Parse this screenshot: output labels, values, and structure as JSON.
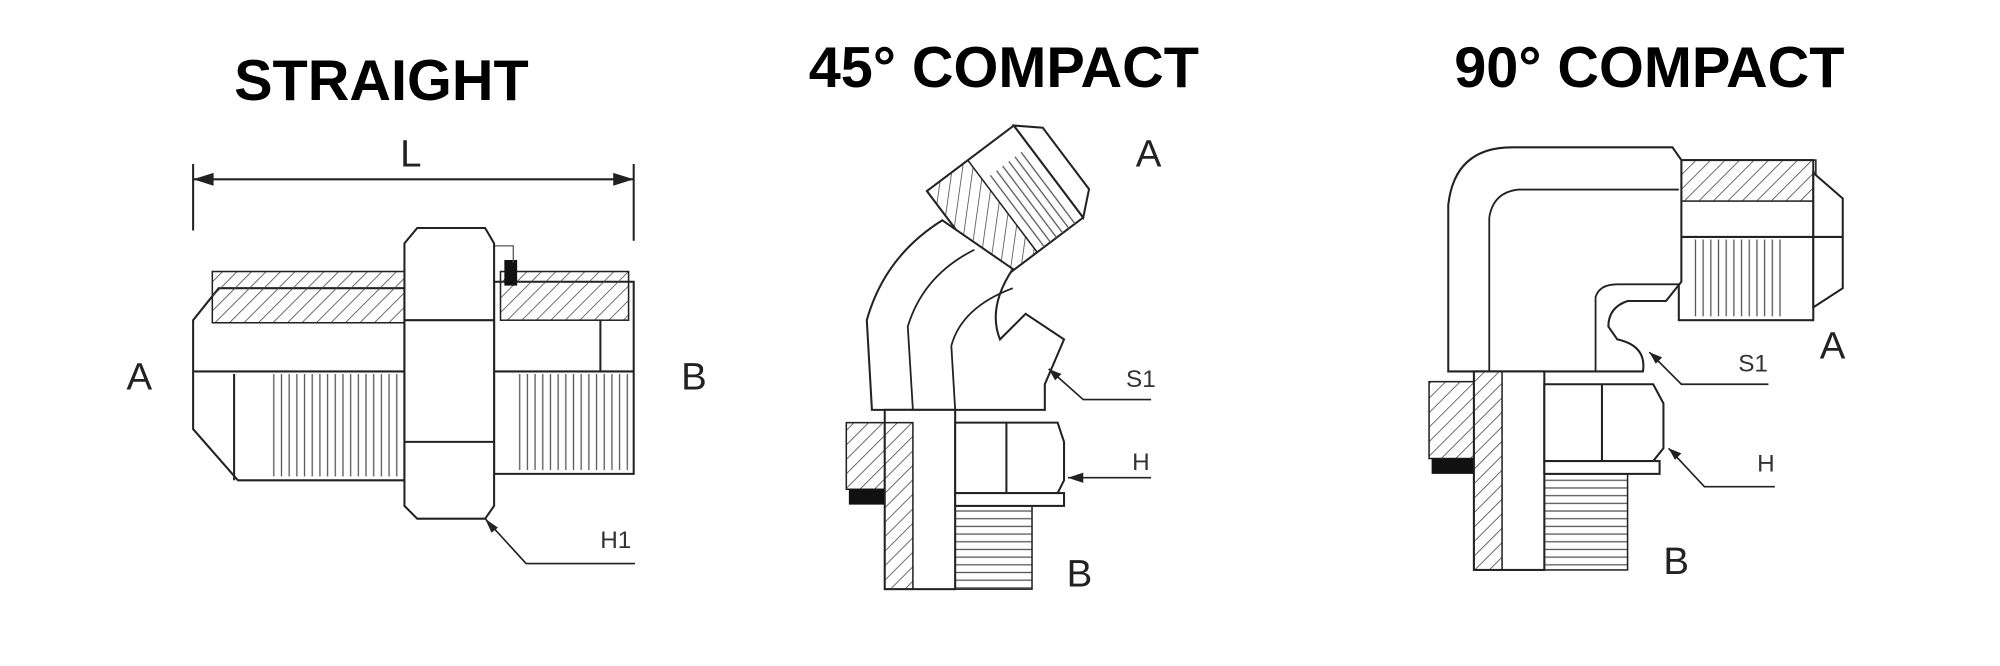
{
  "diagrams": [
    {
      "title": "STRAIGHT",
      "labels": {
        "dimension": "L",
        "end_a": "A",
        "end_b": "B",
        "hex": "H1"
      }
    },
    {
      "title": "45° COMPACT",
      "labels": {
        "end_a": "A",
        "end_b": "B",
        "swivel": "S1",
        "hex": "H"
      }
    },
    {
      "title": "90° COMPACT",
      "labels": {
        "end_a": "A",
        "end_b": "B",
        "swivel": "S1",
        "hex": "H"
      }
    }
  ]
}
